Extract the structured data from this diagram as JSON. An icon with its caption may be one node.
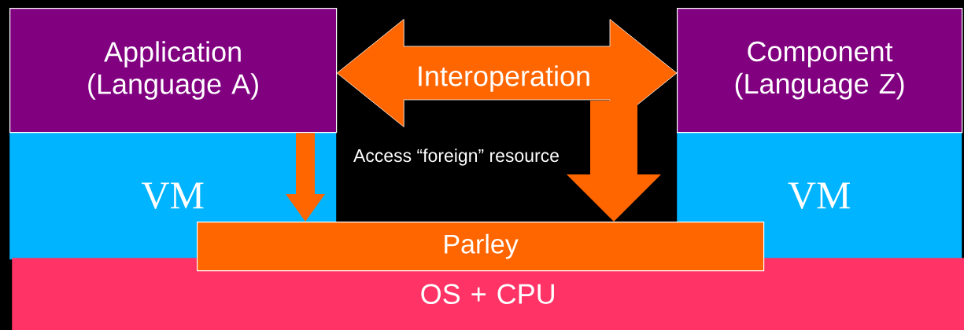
{
  "diagram": {
    "nodes": [
      {
        "text": [
          "Application (Language A)"
        ]
      },
      {
        "text": [
          "Component (Language Z)"
        ]
      },
      {
        "text": [
          "VM"
        ]
      },
      {
        "text": [
          "VM"
        ]
      },
      {
        "text": [
          "Parley"
        ]
      },
      {
        "text": [
          "OS + CPU"
        ]
      }
    ],
    "edges": [
      {
        "from": 0,
        "to": 1,
        "arrow": "both",
        "label": "Interoperation",
        "style": "thick"
      },
      {
        "from": 0,
        "to": 4,
        "arrow": "to"
      },
      {
        "from": null,
        "to": 4,
        "arrow": "to",
        "label": "Access “foreign” resource",
        "style": "thick"
      }
    ]
  }
}
